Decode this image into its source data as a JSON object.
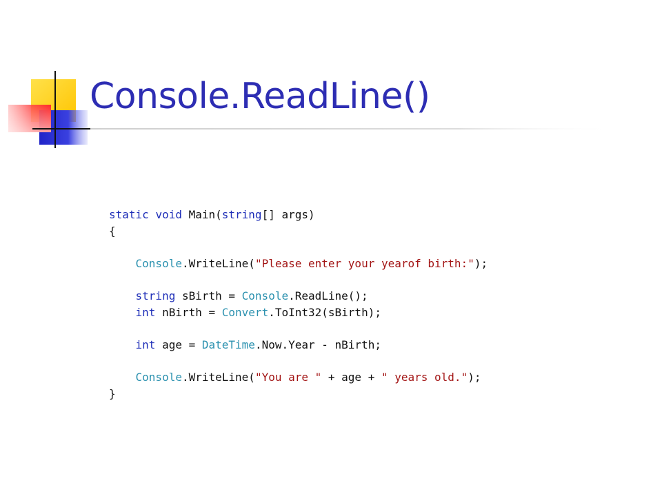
{
  "slide": {
    "title": "Console.ReadLine()"
  },
  "colors": {
    "title": "#2d2db3",
    "keyword": "#1f2fb8",
    "type": "#2b91af",
    "string": "#a31515",
    "plain": "#111111",
    "accent_yellow": "#ffd21a",
    "accent_red": "#ff3b3b",
    "accent_blue": "#2a2fd0"
  },
  "code": {
    "lines": [
      [
        {
          "t": "kw",
          "v": "static"
        },
        {
          "t": "plain",
          "v": " "
        },
        {
          "t": "kw",
          "v": "void"
        },
        {
          "t": "plain",
          "v": " Main("
        },
        {
          "t": "kw",
          "v": "string"
        },
        {
          "t": "plain",
          "v": "[] args)"
        }
      ],
      [
        {
          "t": "plain",
          "v": "{"
        }
      ],
      [],
      [
        {
          "t": "plain",
          "v": "    "
        },
        {
          "t": "type",
          "v": "Console"
        },
        {
          "t": "plain",
          "v": ".WriteLine("
        },
        {
          "t": "str",
          "v": "\"Please enter your yearof birth:\""
        },
        {
          "t": "plain",
          "v": ");"
        }
      ],
      [],
      [
        {
          "t": "plain",
          "v": "    "
        },
        {
          "t": "kw",
          "v": "string"
        },
        {
          "t": "plain",
          "v": " sBirth = "
        },
        {
          "t": "type",
          "v": "Console"
        },
        {
          "t": "plain",
          "v": ".ReadLine();"
        }
      ],
      [
        {
          "t": "plain",
          "v": "    "
        },
        {
          "t": "kw",
          "v": "int"
        },
        {
          "t": "plain",
          "v": " nBirth = "
        },
        {
          "t": "type",
          "v": "Convert"
        },
        {
          "t": "plain",
          "v": ".ToInt32(sBirth);"
        }
      ],
      [],
      [
        {
          "t": "plain",
          "v": "    "
        },
        {
          "t": "kw",
          "v": "int"
        },
        {
          "t": "plain",
          "v": " age = "
        },
        {
          "t": "type",
          "v": "DateTime"
        },
        {
          "t": "plain",
          "v": ".Now.Year - nBirth;"
        }
      ],
      [],
      [
        {
          "t": "plain",
          "v": "    "
        },
        {
          "t": "type",
          "v": "Console"
        },
        {
          "t": "plain",
          "v": ".WriteLine("
        },
        {
          "t": "str",
          "v": "\"You are \""
        },
        {
          "t": "plain",
          "v": " + age + "
        },
        {
          "t": "str",
          "v": "\" years old.\""
        },
        {
          "t": "plain",
          "v": ");"
        }
      ],
      [
        {
          "t": "plain",
          "v": "}"
        }
      ]
    ]
  }
}
